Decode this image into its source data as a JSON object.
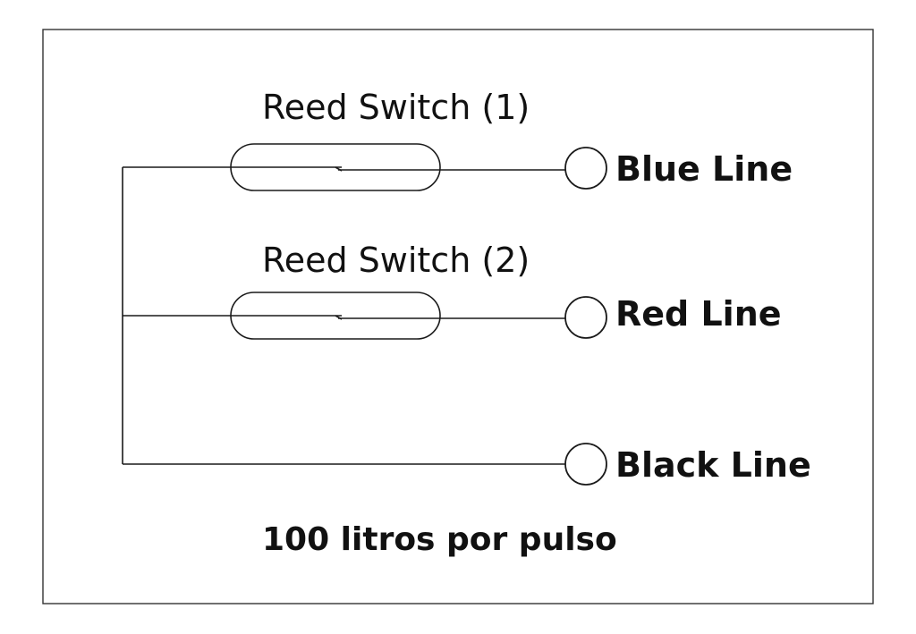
{
  "switches": [
    {
      "label": "Reed Switch (1)"
    },
    {
      "label": "Reed Switch (2)"
    }
  ],
  "lines": [
    {
      "label": "Blue Line"
    },
    {
      "label": "Red Line"
    },
    {
      "label": "Black Line"
    }
  ],
  "footer": "100 litros por pulso"
}
